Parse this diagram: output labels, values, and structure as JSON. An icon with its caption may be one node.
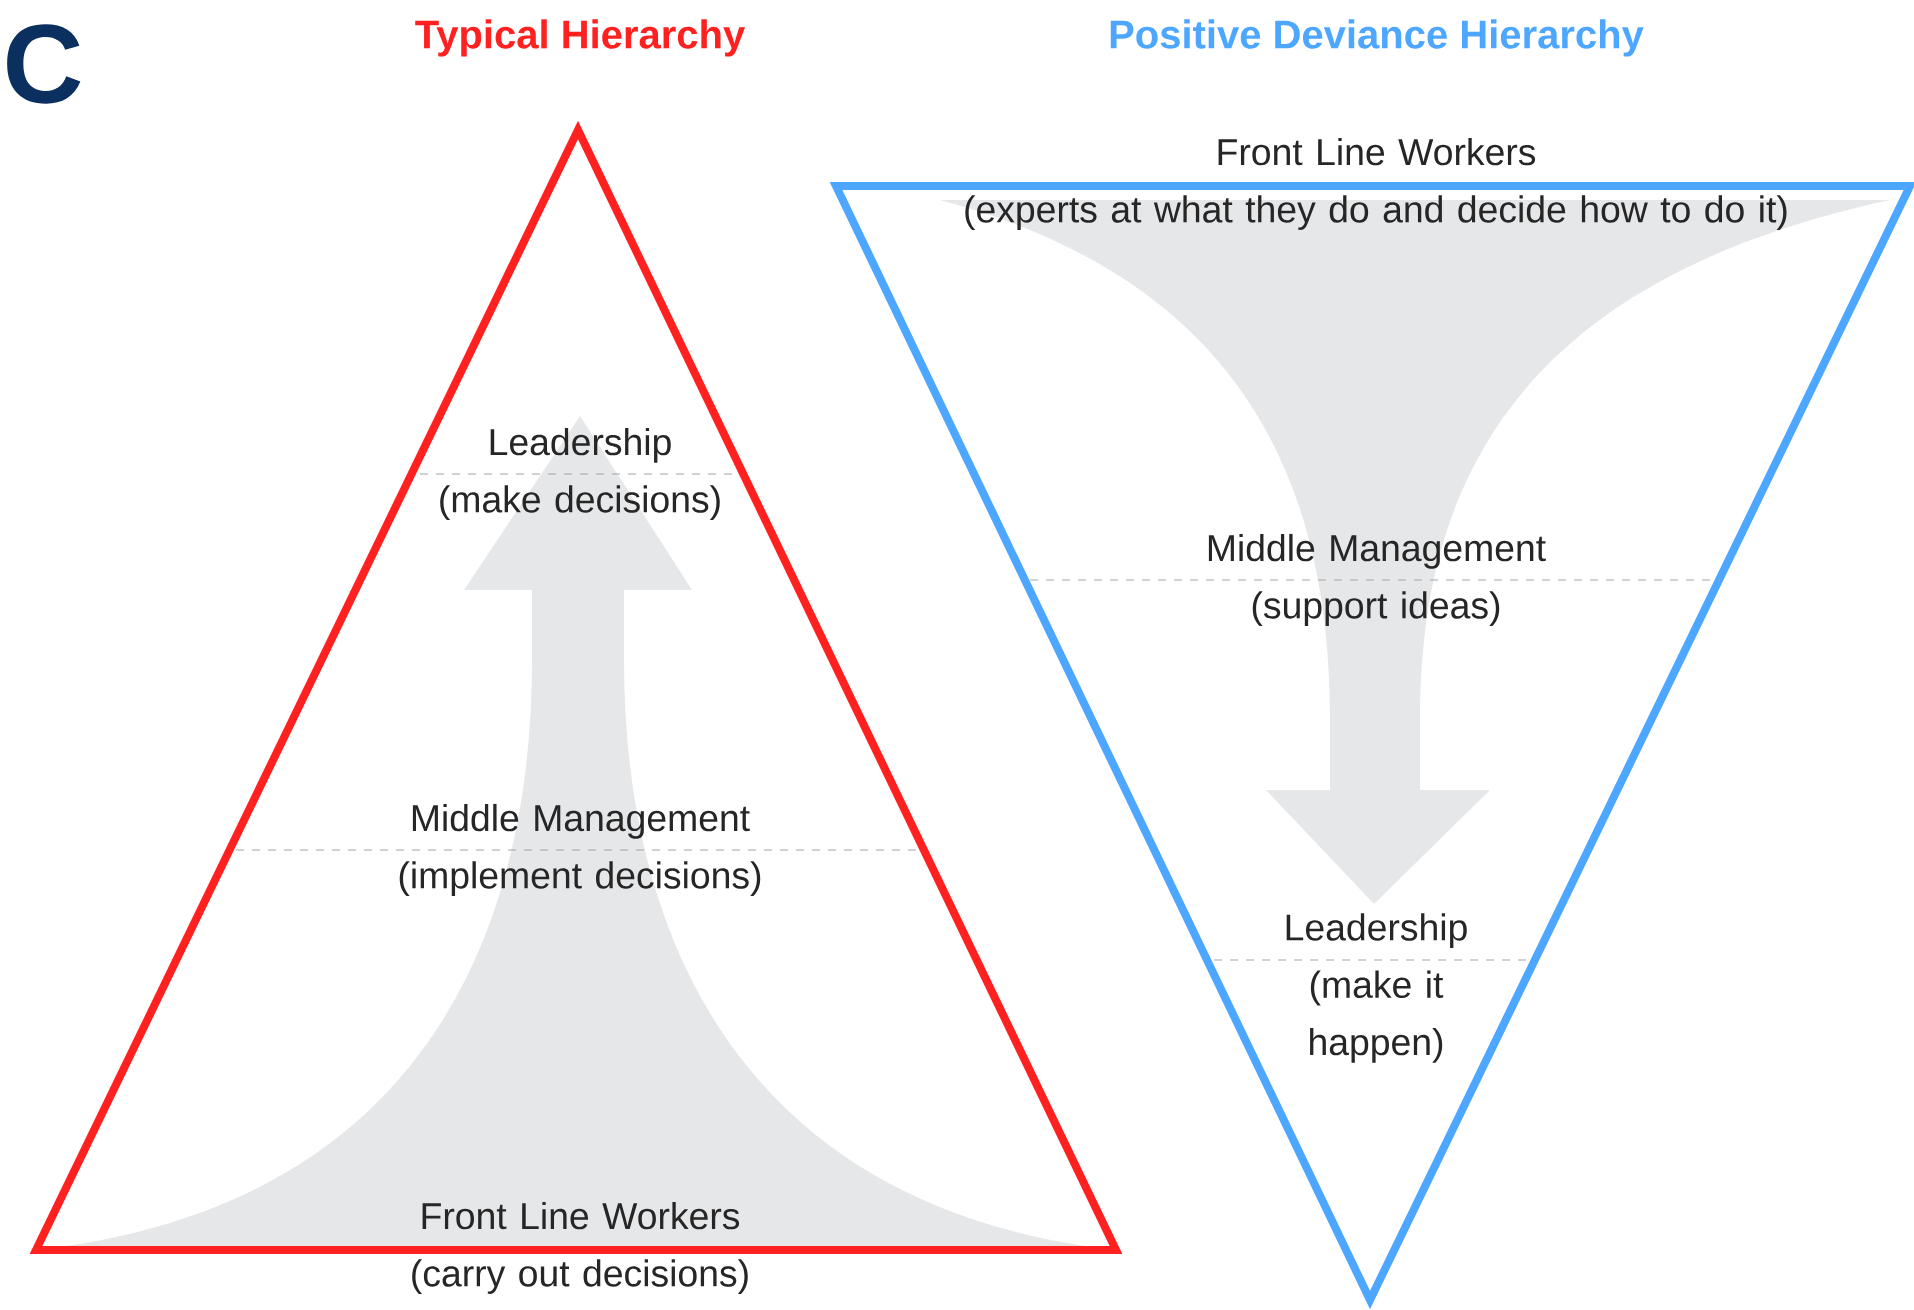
{
  "diagram": {
    "nodes": [
      {
        "text": [
          "Typical Hierarchy"
        ]
      },
      {
        "text": [
          "Leadership",
          "(make decisions)"
        ],
        "in": 0
      },
      {
        "text": [
          "Middle Management",
          "(implement decisions)"
        ],
        "in": 0
      },
      {
        "text": [
          "Front Line Workers",
          "(carry out decisions)"
        ]
      },
      {
        "text": [
          "Positive Deviance Hierarchy"
        ]
      },
      {
        "text": [
          "Front Line Workers",
          "(experts at what they do and decide how to do it)"
        ]
      },
      {
        "text": [
          "Middle Management",
          "(support ideas)"
        ],
        "in": 4
      },
      {
        "text": [
          "Leadership",
          "(make it happen)"
        ],
        "in": 4
      }
    ],
    "edges": [
      {
        "from": 3,
        "to": 1,
        "arrow": "to",
        "style": "thick"
      },
      {
        "from": 5,
        "to": 7,
        "arrow": "to",
        "style": "thick"
      }
    ],
    "labels": [
      "C"
    ]
  }
}
